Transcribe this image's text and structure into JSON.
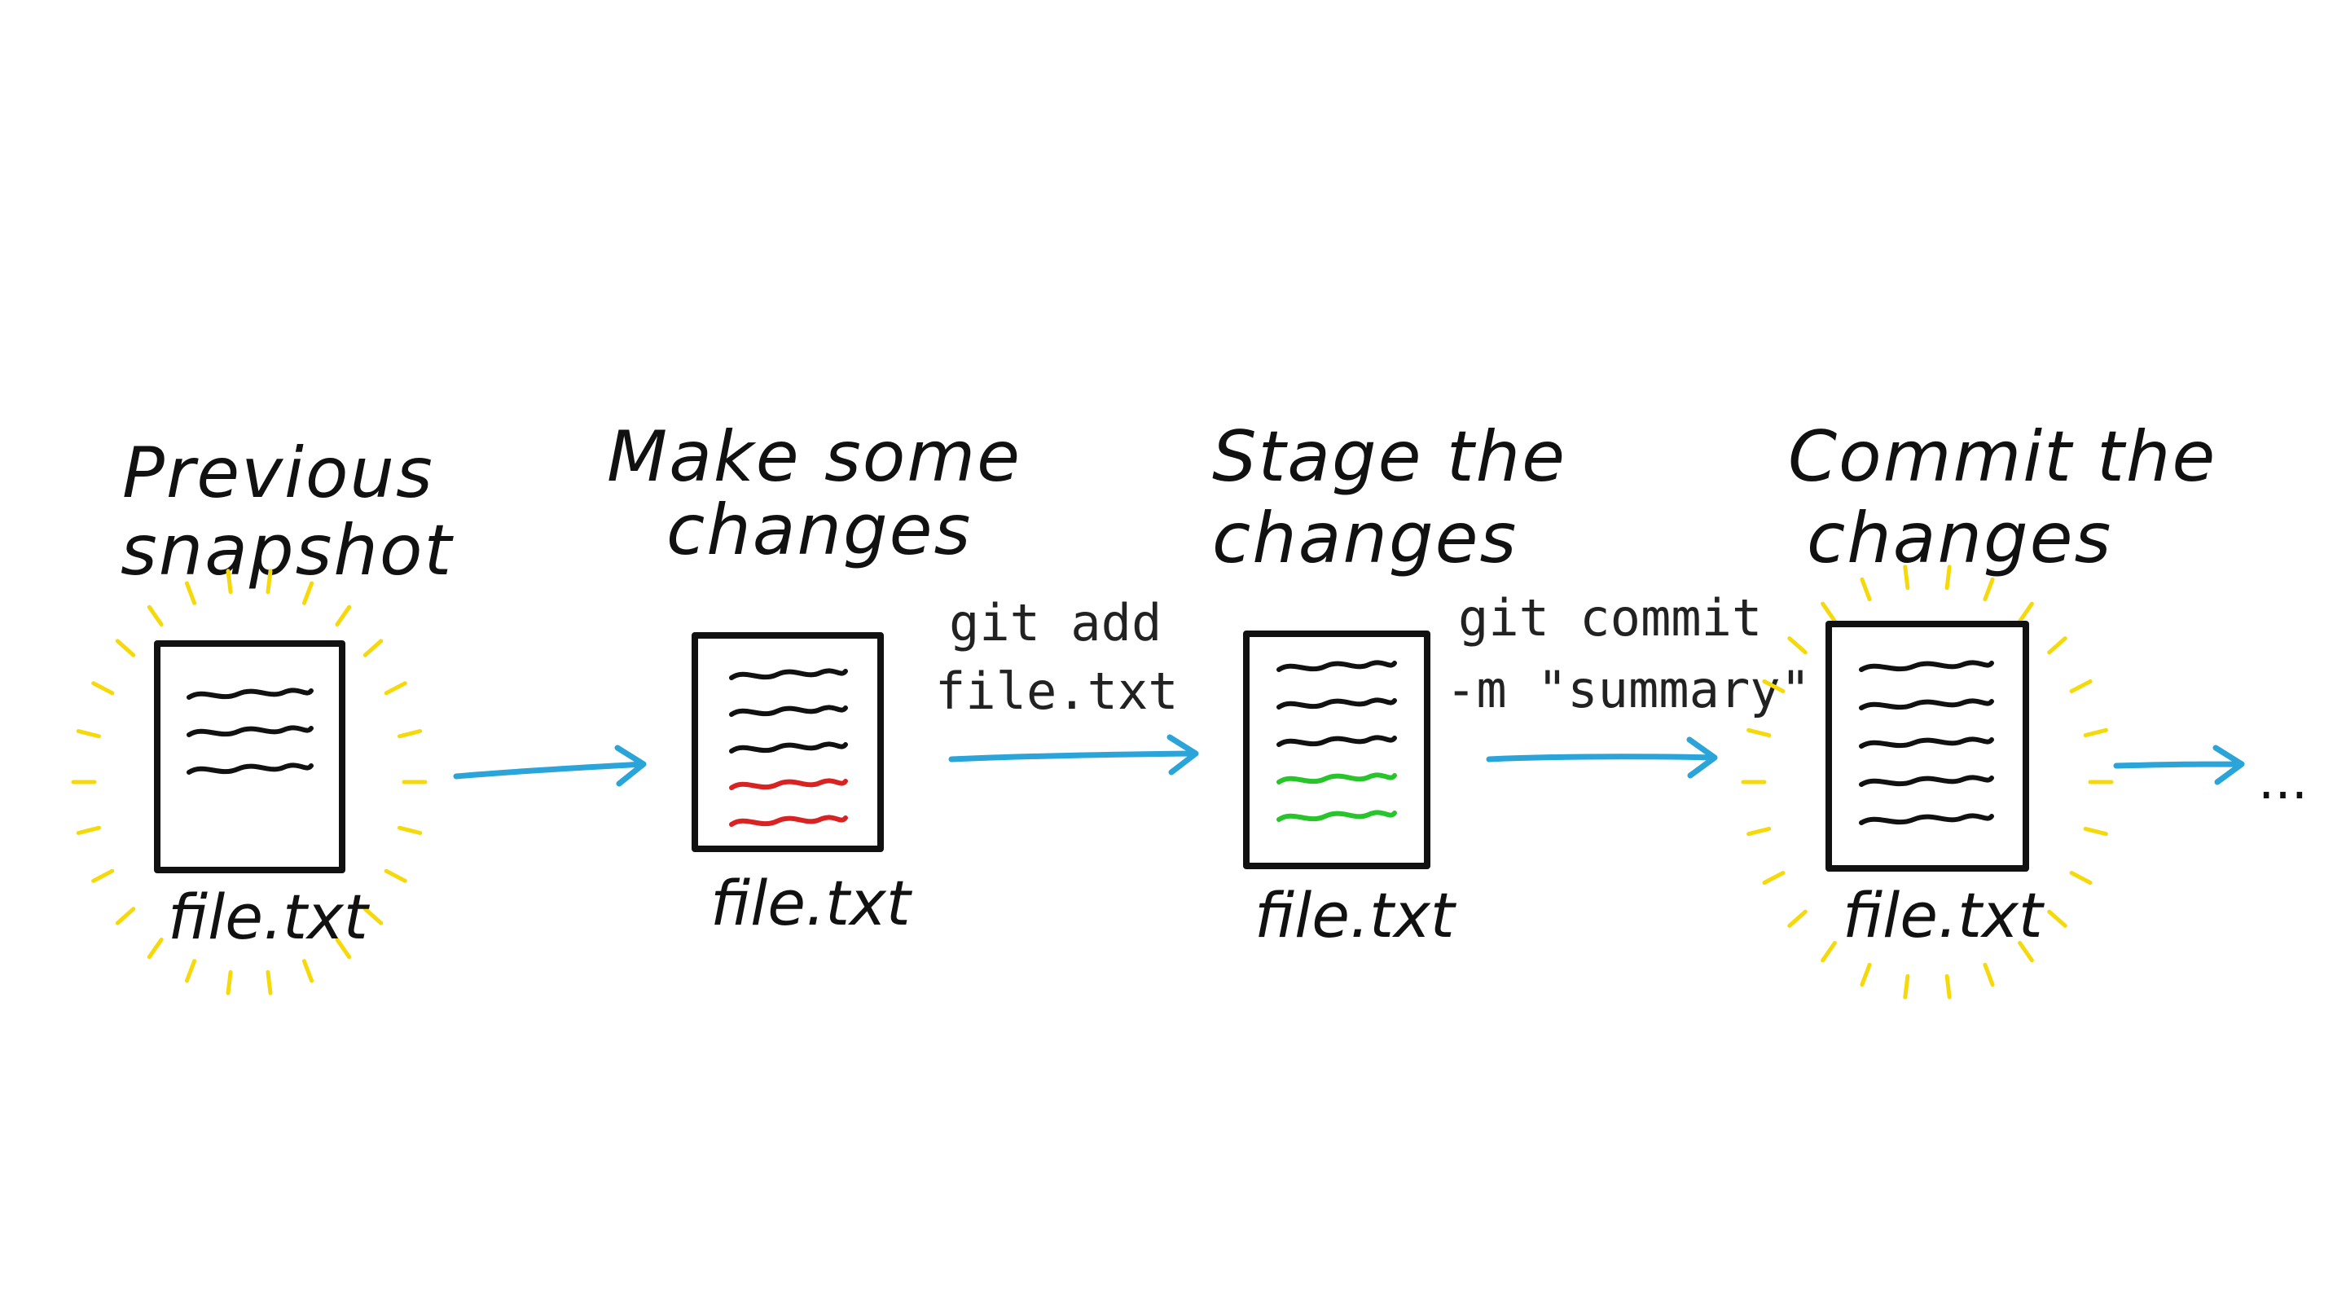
{
  "colors": {
    "ink": "#111111",
    "arrow": "#2aa4d9",
    "glow": "#f5d90a",
    "changed_line": "#d92323",
    "staged_line": "#28c42b"
  },
  "stages": [
    {
      "title_line1": "Previous",
      "title_line2": "snapshot",
      "file_label": "file.txt",
      "glow": true,
      "line_colors": [
        "ink",
        "ink",
        "ink"
      ]
    },
    {
      "title_line1": "Make some",
      "title_line2": "changes",
      "file_label": "file.txt",
      "glow": false,
      "line_colors": [
        "ink",
        "ink",
        "ink",
        "changed_line",
        "changed_line"
      ]
    },
    {
      "title_line1": "Stage the",
      "title_line2": "changes",
      "file_label": "file.txt",
      "glow": false,
      "line_colors": [
        "ink",
        "ink",
        "ink",
        "staged_line",
        "staged_line"
      ]
    },
    {
      "title_line1": "Commit the",
      "title_line2": "changes",
      "file_label": "file.txt",
      "glow": true,
      "line_colors": [
        "ink",
        "ink",
        "ink",
        "ink",
        "ink"
      ]
    }
  ],
  "commands": [
    {
      "line1": "git add",
      "line2": "file.txt"
    },
    {
      "line1": "git commit",
      "line2": "-m \"summary\""
    }
  ],
  "ellipsis": "..."
}
